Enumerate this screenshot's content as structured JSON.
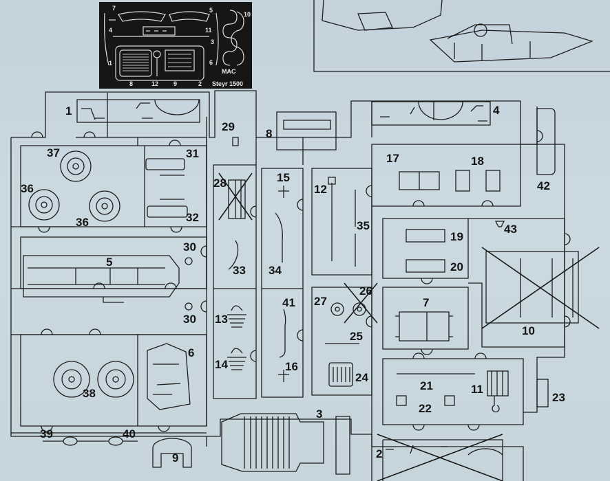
{
  "photo_etch": {
    "labels": [
      "7",
      "5",
      "4",
      "11",
      "10",
      "1",
      "3",
      "6",
      "8",
      "12",
      "9",
      "2"
    ],
    "brand": "MAC",
    "model": "Steyr 1500"
  },
  "sprue": {
    "part_numbers": [
      "1",
      "2",
      "3",
      "4",
      "5",
      "6",
      "7",
      "8",
      "9",
      "10",
      "11",
      "12",
      "13",
      "14",
      "15",
      "16",
      "17",
      "18",
      "19",
      "20",
      "21",
      "22",
      "23",
      "24",
      "25",
      "26",
      "27",
      "28",
      "29",
      "30",
      "30",
      "31",
      "32",
      "33",
      "34",
      "35",
      "36",
      "36",
      "37",
      "38",
      "39",
      "40",
      "41",
      "42",
      "43"
    ]
  },
  "colors": {
    "background": "#c9d7df",
    "ink": "#1a1a1a",
    "etch_fret": "#161616"
  }
}
